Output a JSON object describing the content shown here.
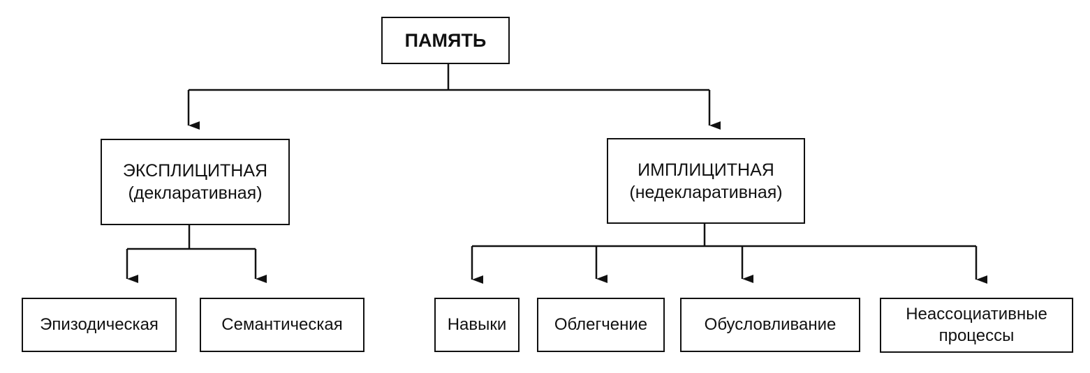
{
  "diagram": {
    "root": {
      "label": "ПАМЯТЬ"
    },
    "explicit": {
      "line1": "ЭКСПЛИЦИТНАЯ",
      "line2": "(декларативная)"
    },
    "implicit": {
      "line1": "ИМПЛИЦИТНАЯ",
      "line2": "(недекларативная)"
    },
    "explicit_children": [
      {
        "label": "Эпизодическая"
      },
      {
        "label": "Семантическая"
      }
    ],
    "implicit_children": [
      {
        "label": "Навыки"
      },
      {
        "label": "Облегчение"
      },
      {
        "label": "Обусловливание"
      },
      {
        "line1": "Неассоциативные",
        "line2": "процессы"
      }
    ]
  }
}
